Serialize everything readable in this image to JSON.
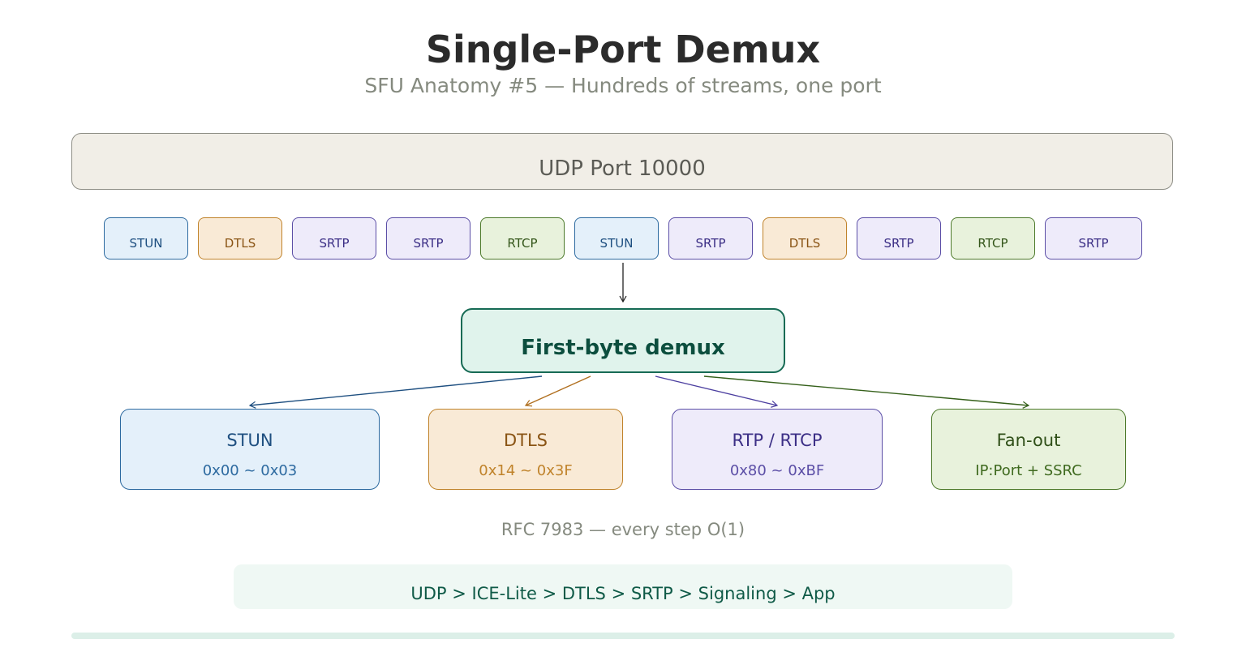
{
  "title": "Single-Port Demux",
  "subtitle": "SFU Anatomy #5 — Hundreds of streams, one port",
  "port": {
    "label": "UDP Port 10000"
  },
  "packets": [
    {
      "label": "STUN",
      "kind": "stun"
    },
    {
      "label": "DTLS",
      "kind": "dtls"
    },
    {
      "label": "SRTP",
      "kind": "srtp"
    },
    {
      "label": "SRTP",
      "kind": "srtp"
    },
    {
      "label": "RTCP",
      "kind": "rtcp"
    },
    {
      "label": "STUN",
      "kind": "stun"
    },
    {
      "label": "SRTP",
      "kind": "srtp"
    },
    {
      "label": "DTLS",
      "kind": "dtls"
    },
    {
      "label": "SRTP",
      "kind": "srtp"
    },
    {
      "label": "RTCP",
      "kind": "rtcp"
    },
    {
      "label": "SRTP",
      "kind": "srtp"
    }
  ],
  "demux": {
    "label": "First-byte demux"
  },
  "destinations": [
    {
      "name": "STUN",
      "range": "0x00 ~ 0x03"
    },
    {
      "name": "DTLS",
      "range": "0x14 ~ 0x3F"
    },
    {
      "name": "RTP / RTCP",
      "range": "0x80 ~ 0xBF"
    },
    {
      "name": "Fan-out",
      "range": "IP:Port + SSRC"
    }
  ],
  "note": "RFC 7983 — every step O(1)",
  "stack": {
    "label": "UDP > ICE-Lite > DTLS > SRTP > Signaling > App"
  },
  "colors": {
    "stun": "#2d6aa0",
    "dtls": "#c0832b",
    "srtp": "#5b4ea6",
    "rtcp": "#4d7a2b",
    "demux": "#176b55"
  }
}
